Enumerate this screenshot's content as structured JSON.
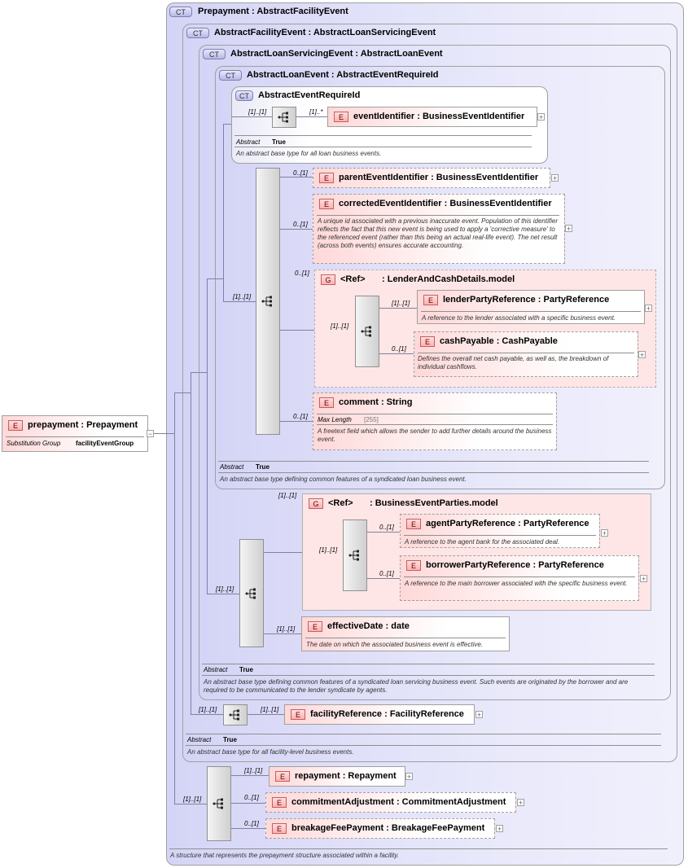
{
  "root": {
    "badge": "E",
    "name": "prepayment",
    "type": "Prepayment",
    "prop_key": "Substitution Group",
    "prop_value": "facilityEventGroup"
  },
  "types": {
    "prepayment": {
      "badge": "CT",
      "title": "Prepayment : AbstractFacilityEvent",
      "doc": "A structure that represents the prepayment structure associated within a facility."
    },
    "facility_event": {
      "badge": "CT",
      "title": "AbstractFacilityEvent : AbstractLoanServicingEvent",
      "abstract_key": "Abstract",
      "abstract_value": "True",
      "doc": "An abstract base type for all facility-level business events."
    },
    "loan_servicing_event": {
      "badge": "CT",
      "title": "AbstractLoanServicingEvent : AbstractLoanEvent",
      "abstract_key": "Abstract",
      "abstract_value": "True",
      "doc": "An abstract base type defining common features of a syndicated loan servicing business event. Such events are originated by the borrower and are required to be communicated to the lender syndicate by agents."
    },
    "loan_event": {
      "badge": "CT",
      "title": "AbstractLoanEvent : AbstractEventRequireId",
      "abstract_key": "Abstract",
      "abstract_value": "True",
      "doc": "An abstract base type defining common features of a syndicated loan business event."
    },
    "event_require_id": {
      "badge": "CT",
      "title": "AbstractEventRequireId",
      "abstract_key": "Abstract",
      "abstract_value": "True",
      "doc": "An abstract base type for all loan business events."
    }
  },
  "elements": {
    "event_identifier": {
      "badge": "E",
      "name": "eventIdentifier : BusinessEventIdentifier",
      "card": "[1]..*"
    },
    "parent_event_identifier": {
      "badge": "E",
      "name": "parentEventIdentifier : BusinessEventIdentifier",
      "card": "0..[1]"
    },
    "corrected_event_identifier": {
      "badge": "E",
      "name": "correctedEventIdentifier : BusinessEventIdentifier",
      "card": "0..[1]",
      "doc": "A unique id associated with a previous inaccurate event. Population of this identifier reflects the fact that this new event is being used to apply a 'corrective measure' to the referenced event (rather than this being an actual real-life event). The net result (across both events) ensures accurate accounting."
    },
    "lender_cash_group": {
      "badge": "G",
      "ref": "<Ref>",
      "name": ": LenderAndCashDetails.model",
      "card": "0..[1]"
    },
    "lender_party_reference": {
      "badge": "E",
      "name": "lenderPartyReference : PartyReference",
      "card": "[1]..[1]",
      "doc": "A reference to the lender associated with a specific business event."
    },
    "cash_payable": {
      "badge": "E",
      "name": "cashPayable : CashPayable",
      "card": "0..[1]",
      "doc": "Defines the overall net cash payable, as well as, the breakdown of individual cashflows."
    },
    "comment": {
      "badge": "E",
      "name": "comment : String",
      "card": "0..[1]",
      "prop_key": "Max Length",
      "prop_value": "[255]",
      "doc": "A freetext field which allows the sender to add further details around the business event."
    },
    "parties_group": {
      "badge": "G",
      "ref": "<Ref>",
      "name": ": BusinessEventParties.model",
      "card": "[1]..[1]"
    },
    "agent_party_reference": {
      "badge": "E",
      "name": "agentPartyReference : PartyReference",
      "card": "0..[1]",
      "doc": "A reference to the agent bank for the associated deal."
    },
    "borrower_party_reference": {
      "badge": "E",
      "name": "borrowerPartyReference : PartyReference",
      "card": "0..[1]",
      "doc": "A reference to the main borrower associated with the specific business event."
    },
    "effective_date": {
      "badge": "E",
      "name": "effectiveDate : date",
      "card": "[1]..[1]",
      "doc": "The date on which the associated business event is effective."
    },
    "facility_reference": {
      "badge": "E",
      "name": "facilityReference : FacilityReference",
      "card": "[1]..[1]"
    },
    "repayment": {
      "badge": "E",
      "name": "repayment : Repayment",
      "card": "[1]..[1]"
    },
    "commitment_adjustment": {
      "badge": "E",
      "name": "commitmentAdjustment : CommitmentAdjustment",
      "card": "0..[1]"
    },
    "breakage_fee_payment": {
      "badge": "E",
      "name": "breakageFeePayment : BreakageFeePayment",
      "card": "0..[1]"
    }
  },
  "sequence_cards": {
    "require_id_seq": "[1]..[1]",
    "loan_event_seq": "[1]..[1]",
    "lender_seq": "[1]..[1]",
    "servicing_seq": "[1]..[1]",
    "parties_seq": "[1]..[1]",
    "facility_seq": "[1]..[1]",
    "prepayment_seq": "[1]..[1]"
  },
  "colors": {
    "type_fill": "#d4d4f6",
    "element_fill": "#ffd8d8",
    "group_fill": "#ffe6e6",
    "connector": "#8080a0"
  }
}
